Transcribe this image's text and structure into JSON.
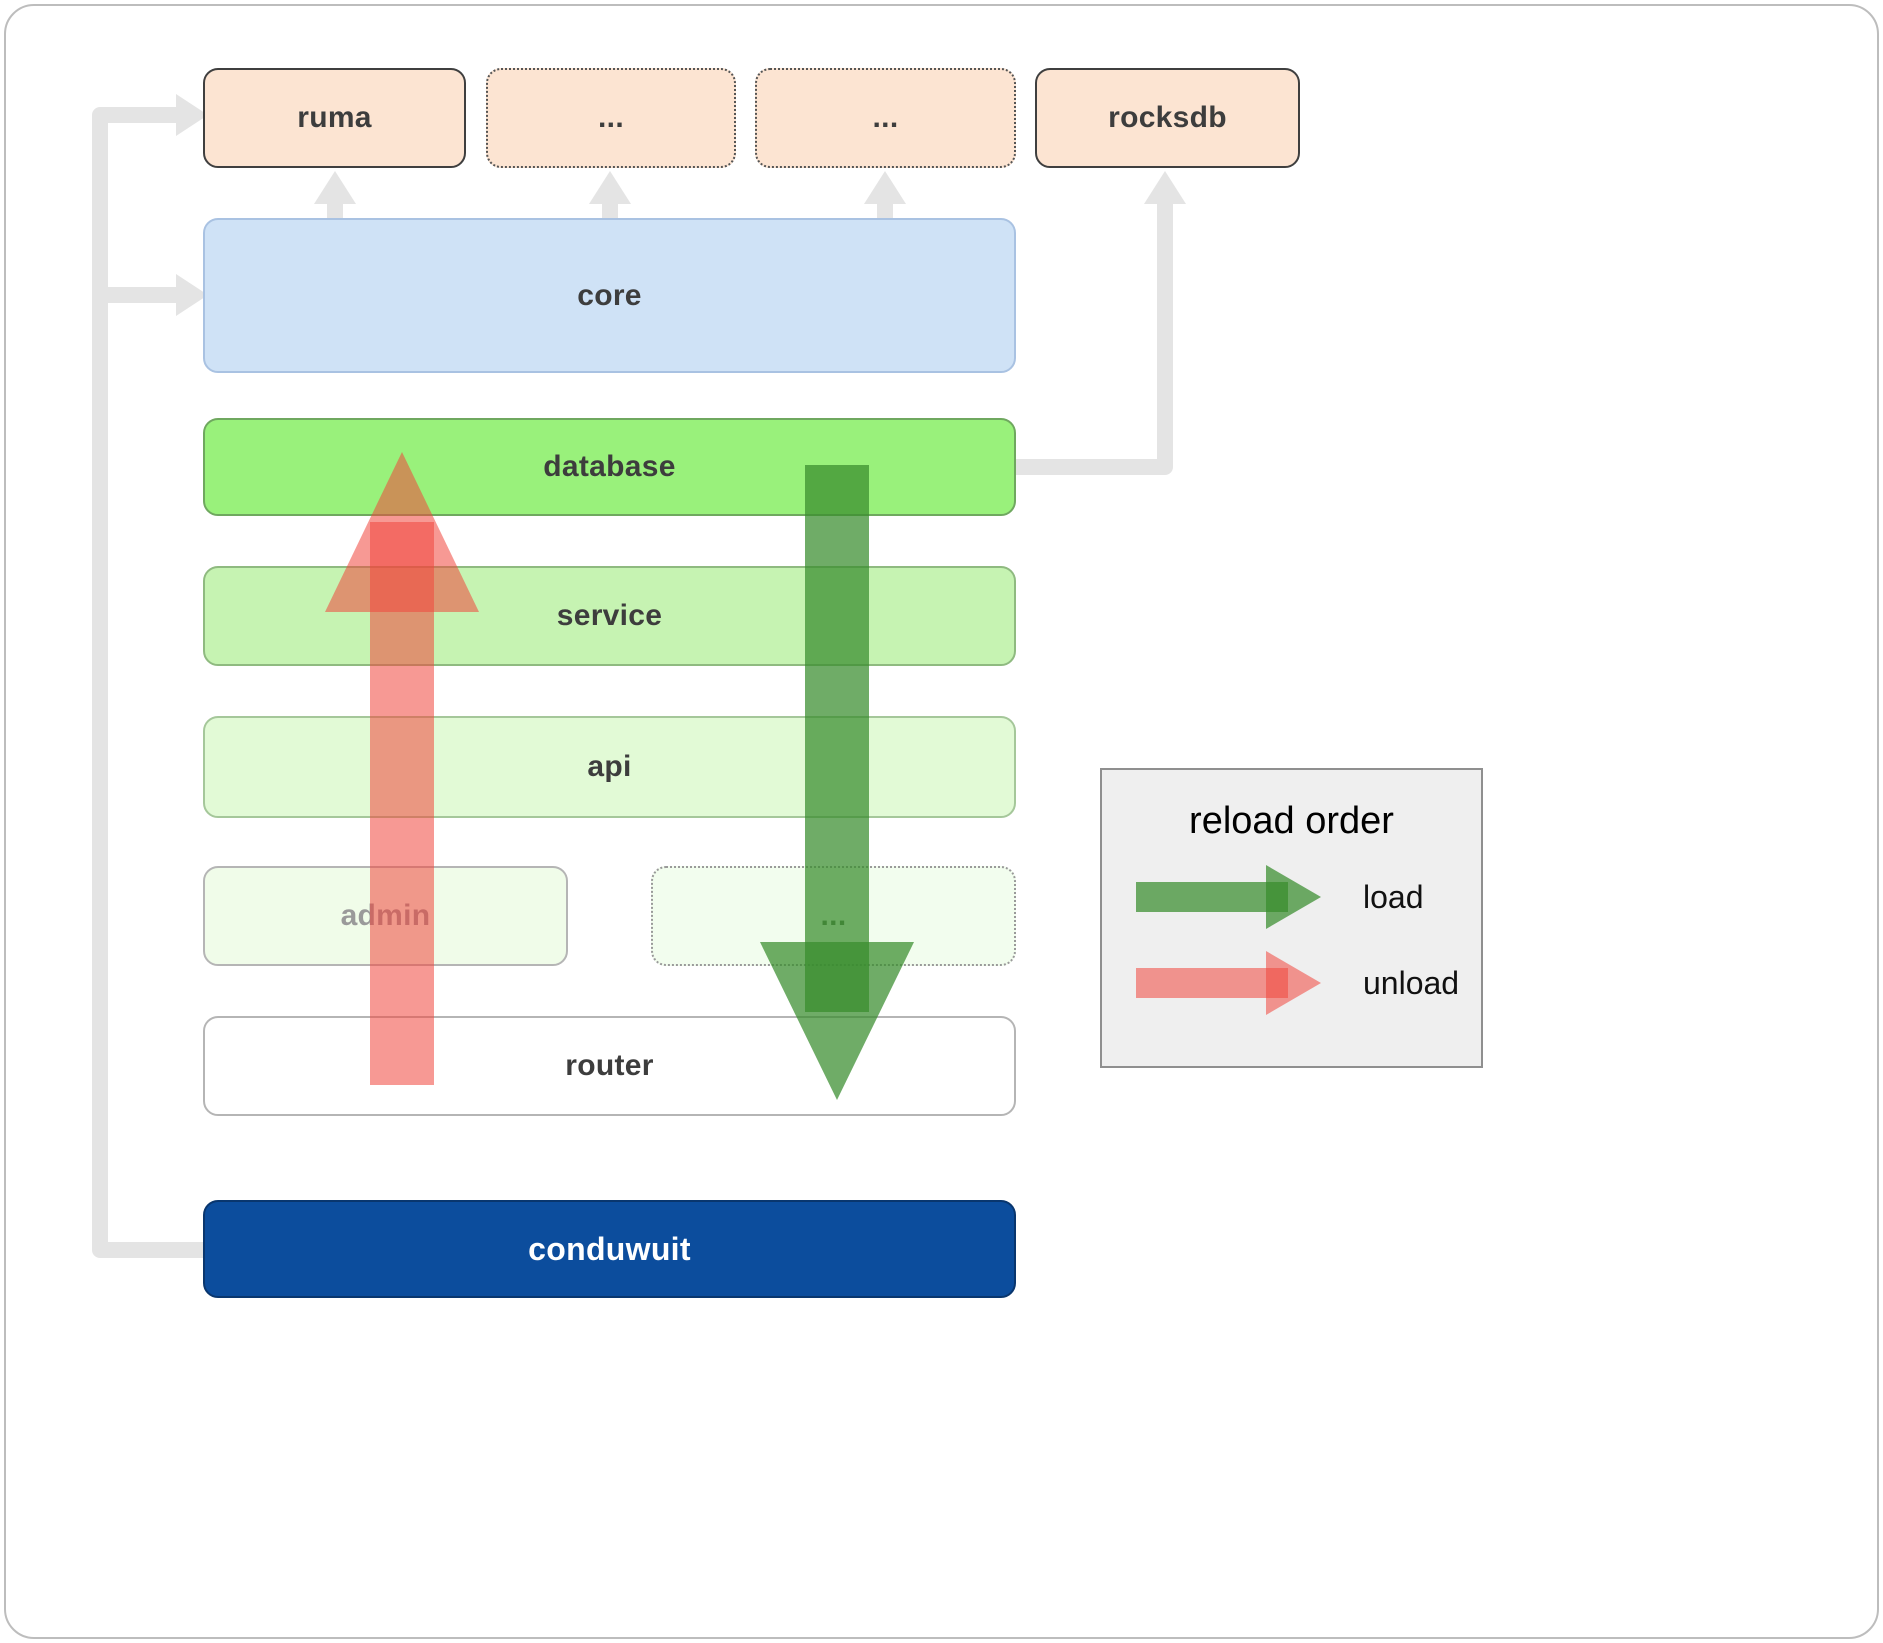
{
  "boxes": {
    "ruma": "ruma",
    "top_ellipsis_1": "...",
    "top_ellipsis_2": "...",
    "rocksdb": "rocksdb",
    "core": "core",
    "database": "database",
    "service": "service",
    "api": "api",
    "admin": "admin",
    "mid_ellipsis": "...",
    "router": "router",
    "conduwuit": "conduwuit"
  },
  "legend": {
    "title": "reload order",
    "load_label": "load",
    "unload_label": "unload"
  },
  "colors": {
    "load_arrow": "#388c2d",
    "unload_arrow": "#f0463c",
    "connector": "#e4e4e4",
    "conduwuit_fill": "#0c4d9d",
    "core_fill": "#cfe2f6",
    "database_fill": "#99f17b",
    "peach_fill": "#fce4d2"
  }
}
